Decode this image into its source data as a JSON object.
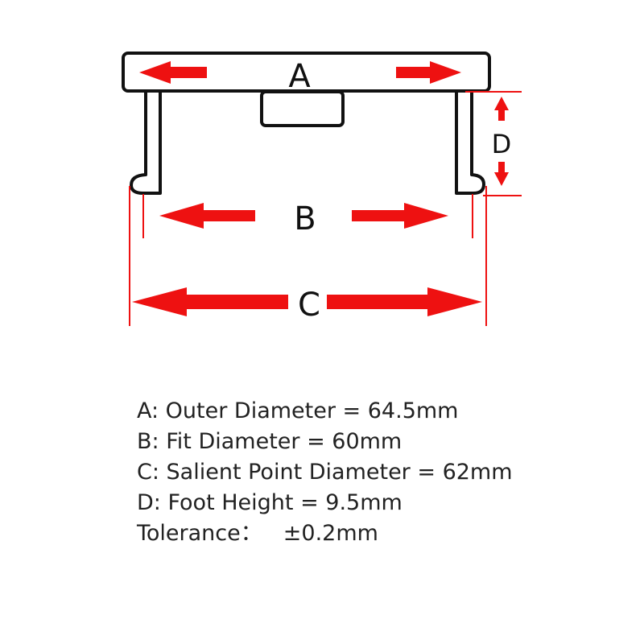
{
  "diagram": {
    "labels": {
      "a": "A",
      "b": "B",
      "c": "C",
      "d": "D"
    },
    "colors": {
      "arrow": "#ee1111",
      "outline": "#111111"
    }
  },
  "specs": {
    "a": "A: Outer Diameter = 64.5mm",
    "b": "B: Fit Diameter = 60mm",
    "c": "C: Salient Point Diameter = 62mm",
    "d": "D: Foot Height = 9.5mm",
    "tolerance_label": "Tolerance：",
    "tolerance_value": "±0.2mm"
  }
}
